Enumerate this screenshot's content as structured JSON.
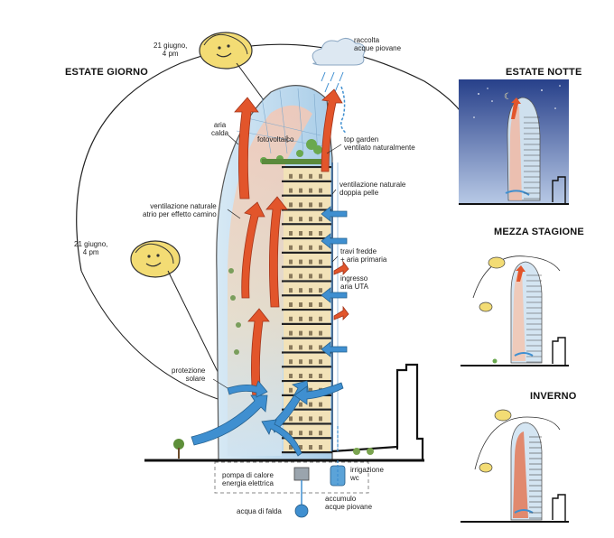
{
  "headings": {
    "summer_day": "ESTATE GIORNO",
    "summer_night": "ESTATE NOTTE",
    "mid_season": "MEZZA STAGIONE",
    "winter": "INVERNO"
  },
  "labels": {
    "sun_top": "21 giugno,\n4 pm",
    "sun_left": "21 giugno,\n4 pm",
    "rain": "raccolta\nacque piovane",
    "hot_air": "aria\ncalda",
    "pv": "fotovoltaico",
    "top_garden": "top garden\nventilato naturalmente",
    "double_skin": "ventilazione naturale\ndoppia pelle",
    "stack": "ventilazione naturale\natrio per effetto camino",
    "cold_beams": "travi fredde\n+ aria primaria",
    "uta": "ingresso\naria UTA",
    "solar": "protezione\nsolare",
    "heat_pump": "pompa di calore\nenergia elettrica",
    "irrigation": "irrigazione\nwc",
    "storage": "accumulo\nacque piovane",
    "groundwater": "acqua di falda"
  },
  "colors": {
    "glass": "#bcd9ee",
    "warm_air": "#e2552b",
    "cool_air": "#3f8fd0",
    "interior": "#f2e2b8",
    "night_sky": "#2f4f9a",
    "sun": "#f3dc74"
  }
}
